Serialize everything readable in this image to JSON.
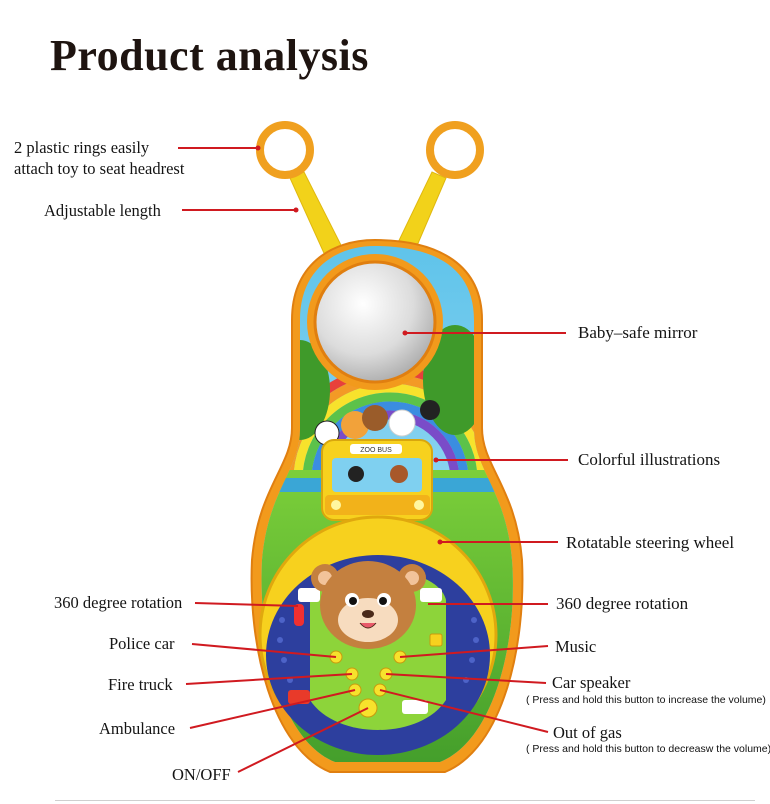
{
  "title": "Product analysis",
  "labels": {
    "rings_line1": "2 plastic rings easily",
    "rings_line2": "attach toy to seat headrest",
    "adjustable": "Adjustable length",
    "mirror": "Baby–safe mirror",
    "illustrations": "Colorful illustrations",
    "steering": "Rotatable steering wheel",
    "rotation_left": "360 degree rotation",
    "rotation_right": "360 degree rotation",
    "police": "Police car",
    "music": "Music",
    "fire": "Fire truck",
    "speaker": "Car speaker",
    "speaker_note": "( Press and hold this button to increase the volume)",
    "ambulance": "Ambulance",
    "gas": "Out of gas",
    "gas_note": "( Press and hold this button to decreasw the volume)",
    "onoff": "ON/OFF"
  },
  "bus_sign": "ZOO BUS",
  "colors": {
    "frame_orange": "#f29a1c",
    "strap_yellow": "#f2d21a",
    "wheel_blue": "#2d3f9e",
    "wheel_yellow": "#f7d11e",
    "leader_red": "#d01a20"
  },
  "icons": [
    "ring-icon",
    "mirror-icon",
    "bear-face-icon",
    "button-icon"
  ]
}
